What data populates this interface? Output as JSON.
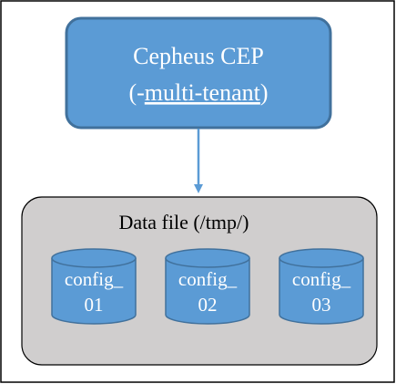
{
  "cep_box": {
    "title": "Cepheus CEP",
    "option_prefix": "(-",
    "option_name": "multi-tenant",
    "option_suffix": ")"
  },
  "data_file": {
    "title": "Data file (/tmp/)",
    "configs": [
      {
        "line1": "config_",
        "line2": "01"
      },
      {
        "line1": "config_",
        "line2": "02"
      },
      {
        "line1": "config_",
        "line2": "03"
      }
    ]
  },
  "colors": {
    "accent_blue": "#5b9bd5",
    "dark_blue_border": "#41719c",
    "container_gray": "#d0cece",
    "arrow_blue": "#5b9bd5"
  }
}
